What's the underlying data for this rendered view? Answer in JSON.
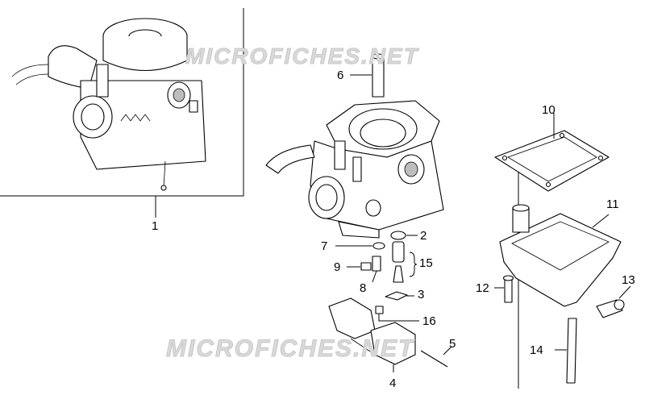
{
  "watermark": {
    "top": "MICROFICHES.NET",
    "bottom": "MICROFICHES.NET"
  },
  "callouts": {
    "c1": "1",
    "c2": "2",
    "c3": "3",
    "c4": "4",
    "c5": "5",
    "c6": "6",
    "c7": "7",
    "c8": "8",
    "c9": "9",
    "c10": "10",
    "c11": "11",
    "c12": "12",
    "c13": "13",
    "c14": "14",
    "c15": "15",
    "c16": "16"
  }
}
